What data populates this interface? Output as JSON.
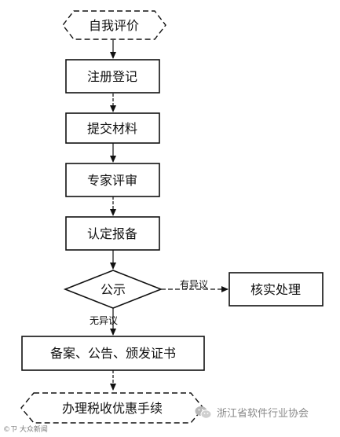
{
  "flowchart": {
    "start": "自我评价",
    "register": "注册登记",
    "submit": "提交材料",
    "review": "专家评审",
    "certify": "认定报备",
    "decision": "公示",
    "verify": "核实处理",
    "record": "备案、公告、颁发证书",
    "end": "办理税收优惠手续",
    "edge_objection": "有异议",
    "edge_no_objection": "无异议"
  },
  "watermark": {
    "left": "©ㄗ 大众新闻",
    "right": "浙江省软件行业协会",
    "icon": "wechat-icon"
  }
}
